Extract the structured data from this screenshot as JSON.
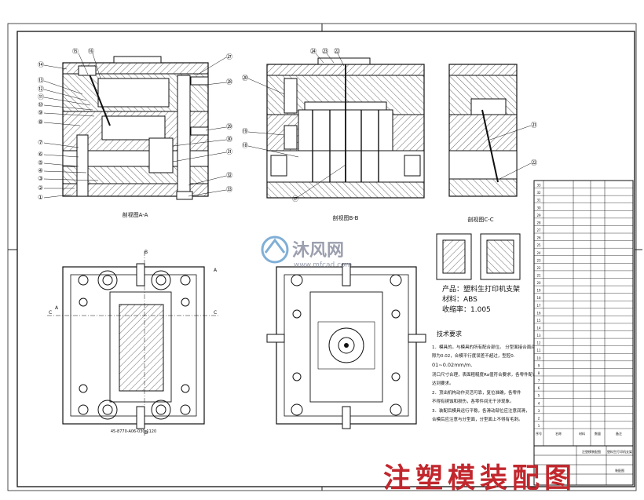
{
  "sections": {
    "a": "剖视图A-A",
    "b": "剖视图B-B",
    "c": "剖视图C-C"
  },
  "callouts_a": [
    "⑭",
    "⑮",
    "⑬",
    "⑫",
    "⑪",
    "⑩",
    "⑨",
    "⑧",
    "⑦",
    "⑥",
    "⑤",
    "④",
    "③",
    "②",
    "①",
    "⑯",
    "㉗",
    "㉘",
    "㉙",
    "㉚",
    "㉛",
    "㉜",
    "㉝"
  ],
  "callouts_b": [
    "㉔",
    "㉓",
    "㉒",
    "⑳",
    "⑲",
    "⑱",
    "⑰"
  ],
  "callouts_c": [
    "㉑",
    "㉒"
  ],
  "section_markers": {
    "a": "A",
    "b": "B",
    "c": "C"
  },
  "watermark": {
    "brand": "沐风网",
    "url": "www.mfcad.com",
    "brand_color": "#8a8fa0",
    "logo_color": "#6aa2d0"
  },
  "product": {
    "product_line": "产品：塑料生打印机支架",
    "material_line": "材料：ABS",
    "shrink_line": "收缩率：1.005"
  },
  "notes": {
    "heading": "技术要求",
    "lines": [
      "1．模具的。与模具的所有配合部位。 分型面接合面间",
      "隙为0.02，合模平行度误差不超过，型腔0.",
      "01~0.02mm/m.",
      "浇口尺寸合理，表面粗糙度Ra值符合要求，各零件配合精度",
      "达到要求。",
      "2．顶出机构动作灵活可靠，复位准确，各零件",
      "不得有锈蚀和损伤，各零件间无干涉现象。",
      "3．装配后模具运行平稳，各滑动部位应注意润滑，",
      "合模后应注意与分型面，分型面上不得有毛刺。"
    ]
  },
  "plan_note": "45-8770-A06-030-1120",
  "title_block": {
    "row_labels": [
      "33",
      "32",
      "31",
      "30",
      "29",
      "28",
      "27",
      "26",
      "25",
      "24",
      "23",
      "22",
      "21",
      "20",
      "19",
      "18",
      "17",
      "16",
      "15",
      "14",
      "13",
      "12",
      "11",
      "10",
      "9",
      "8",
      "7",
      "6",
      "5",
      "4",
      "3",
      "2",
      "1"
    ],
    "header": [
      "序号",
      "名称",
      "材料",
      "数量",
      "备注"
    ],
    "bottom_cells": [
      "注塑模装配图",
      "塑料生打印机支架",
      "装配图"
    ]
  },
  "footer_title": "注塑模装配图",
  "colors": {
    "line": "#1a1a1a",
    "hatch": "#333333",
    "title": "#c1272d"
  }
}
